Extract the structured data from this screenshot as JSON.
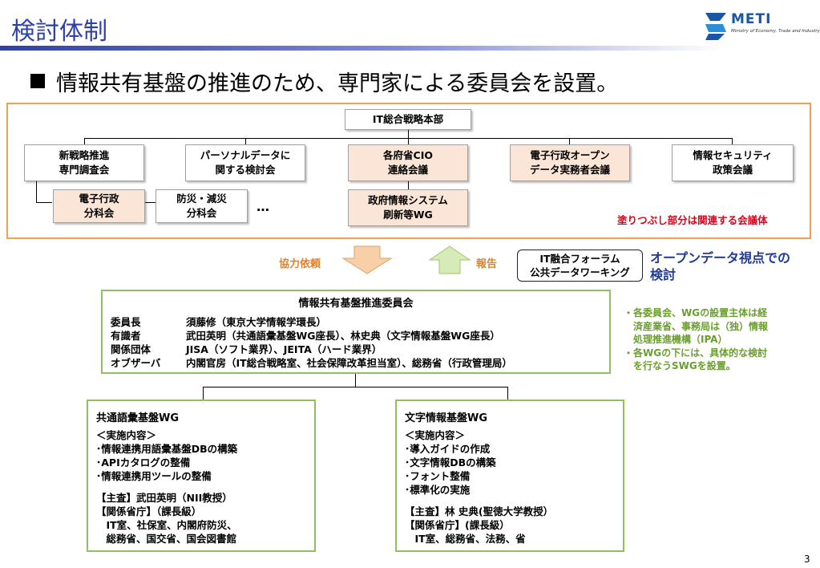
{
  "header": {
    "title": "検討体制",
    "logo_text": "METI",
    "logo_subtitle": "Ministry of Economy, Trade and Industry"
  },
  "subtitle": "情報共有基盤の推進のため、専門家による委員会を設置。",
  "top_org": {
    "root": "IT総合戦略本部",
    "row1": [
      "新戦略推進\n専門調査会",
      "パーソナルデータに\n関する検討会",
      "各府省CIO\n連絡会議",
      "電子行政オープン\nデータ実務者会議",
      "情報セキュリティ\n政策会議"
    ],
    "row2_left": [
      "電子行政\n分科会",
      "防災・減災\n分科会"
    ],
    "ellipsis": "…",
    "row2_center": "政府情報システム\n刷新等WG",
    "note": "塗りつぶし部分は関連する会議体"
  },
  "arrows": {
    "request_label": "協力依頼",
    "report_label": "報告"
  },
  "forum": {
    "text": "IT融合フォーラム\n公共データワーキング",
    "note": "オープンデータ視点での\n検討"
  },
  "committee": {
    "title": "情報共有基盤推進委員会",
    "members": [
      {
        "role": "委員長",
        "name": "須藤修（東京大学情報学環長）"
      },
      {
        "role": "有識者",
        "name": "武田英明（共通語彙基盤WG座長）、林史典（文字情報基盤WG座長）"
      },
      {
        "role": "関係団体",
        "name": "JISA（ソフト業界）、JEITA（ハード業界）"
      },
      {
        "role": "オブザーバ",
        "name": "内閣官房（IT総合戦略室、社会保障改革担当室）、総務省（行政管理局）"
      }
    ]
  },
  "side_notes": [
    "・各委員会、WGの設置主体は経\n　済産業省、事務局は（独）情報\n　処理推進機構（IPA）",
    "・各WGの下には、具体的な検討\n　を行なうSWGを設置。"
  ],
  "wg_left": {
    "title": "共通語彙基盤WG",
    "lines": [
      "＜実施内容＞",
      "･情報連携用語彙基盤DBの構築",
      "･APIカタログの整備",
      "･情報連携用ツールの整備",
      "",
      "【主査】武田英明（NII教授）",
      "【関係省庁】（課長級）",
      "　IT室、社保室、内閣府防災、",
      "　総務省、国交省、国会図書館"
    ]
  },
  "wg_right": {
    "title": "文字情報基盤WG",
    "lines": [
      "＜実施内容＞",
      "･導入ガイドの作成",
      "･文字情報DBの構築",
      "･フォント整備",
      "･標準化の実施",
      "",
      "【主査】林 史典(聖徳大学教授）",
      "【関係省庁】(課長級）",
      "　IT室、総務省、法務、省"
    ]
  },
  "page_number": "3",
  "colors": {
    "title": "#2f3fa8",
    "frame_orange": "#f0a050",
    "fill_peach": "#fbe5d6",
    "green_border": "#90c060",
    "note_red": "#e0001b",
    "note_green": "#6a9e2e",
    "forum_note": "#1f3b94"
  }
}
